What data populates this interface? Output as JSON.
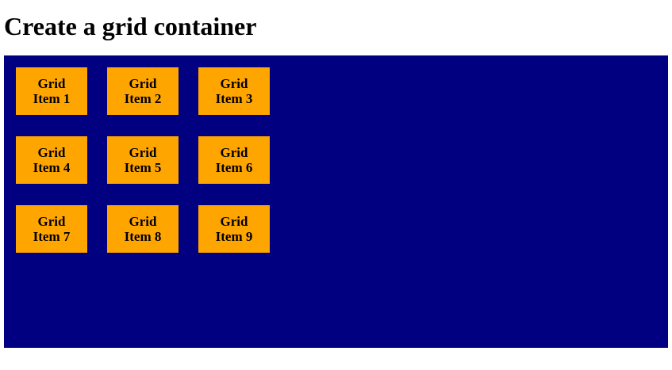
{
  "page": {
    "title": "Create a grid container",
    "background_color": "#FFFFFF"
  },
  "grid": {
    "container_color": "#000080",
    "item_color": "#FFA500",
    "item_text_color": "#000000",
    "columns": 3,
    "rows": 3,
    "items": [
      {
        "label": "Grid Item 1"
      },
      {
        "label": "Grid Item 2"
      },
      {
        "label": "Grid Item 3"
      },
      {
        "label": "Grid Item 4"
      },
      {
        "label": "Grid Item 5"
      },
      {
        "label": "Grid Item 6"
      },
      {
        "label": "Grid Item 7"
      },
      {
        "label": "Grid Item 8"
      },
      {
        "label": "Grid Item 9"
      }
    ]
  }
}
